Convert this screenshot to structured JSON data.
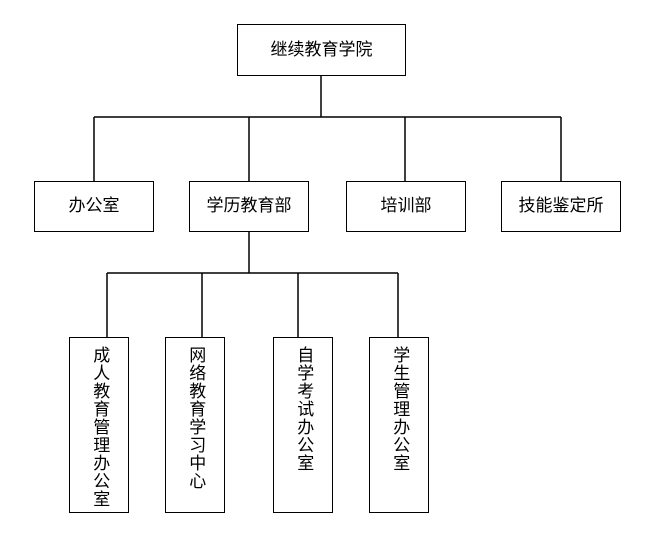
{
  "root": {
    "label": "继续教育学院"
  },
  "departments": [
    {
      "label": "办公室"
    },
    {
      "label": "学历教育部"
    },
    {
      "label": "培训部"
    },
    {
      "label": "技能鉴定所"
    }
  ],
  "offices": [
    {
      "label": "成人教育管理办公室"
    },
    {
      "label": "网络教育学习中心"
    },
    {
      "label": "自学考试办公室"
    },
    {
      "label": "学生管理办公室"
    }
  ],
  "colors": {
    "line": "#000000",
    "box_border": "#000000",
    "background": "#ffffff"
  }
}
